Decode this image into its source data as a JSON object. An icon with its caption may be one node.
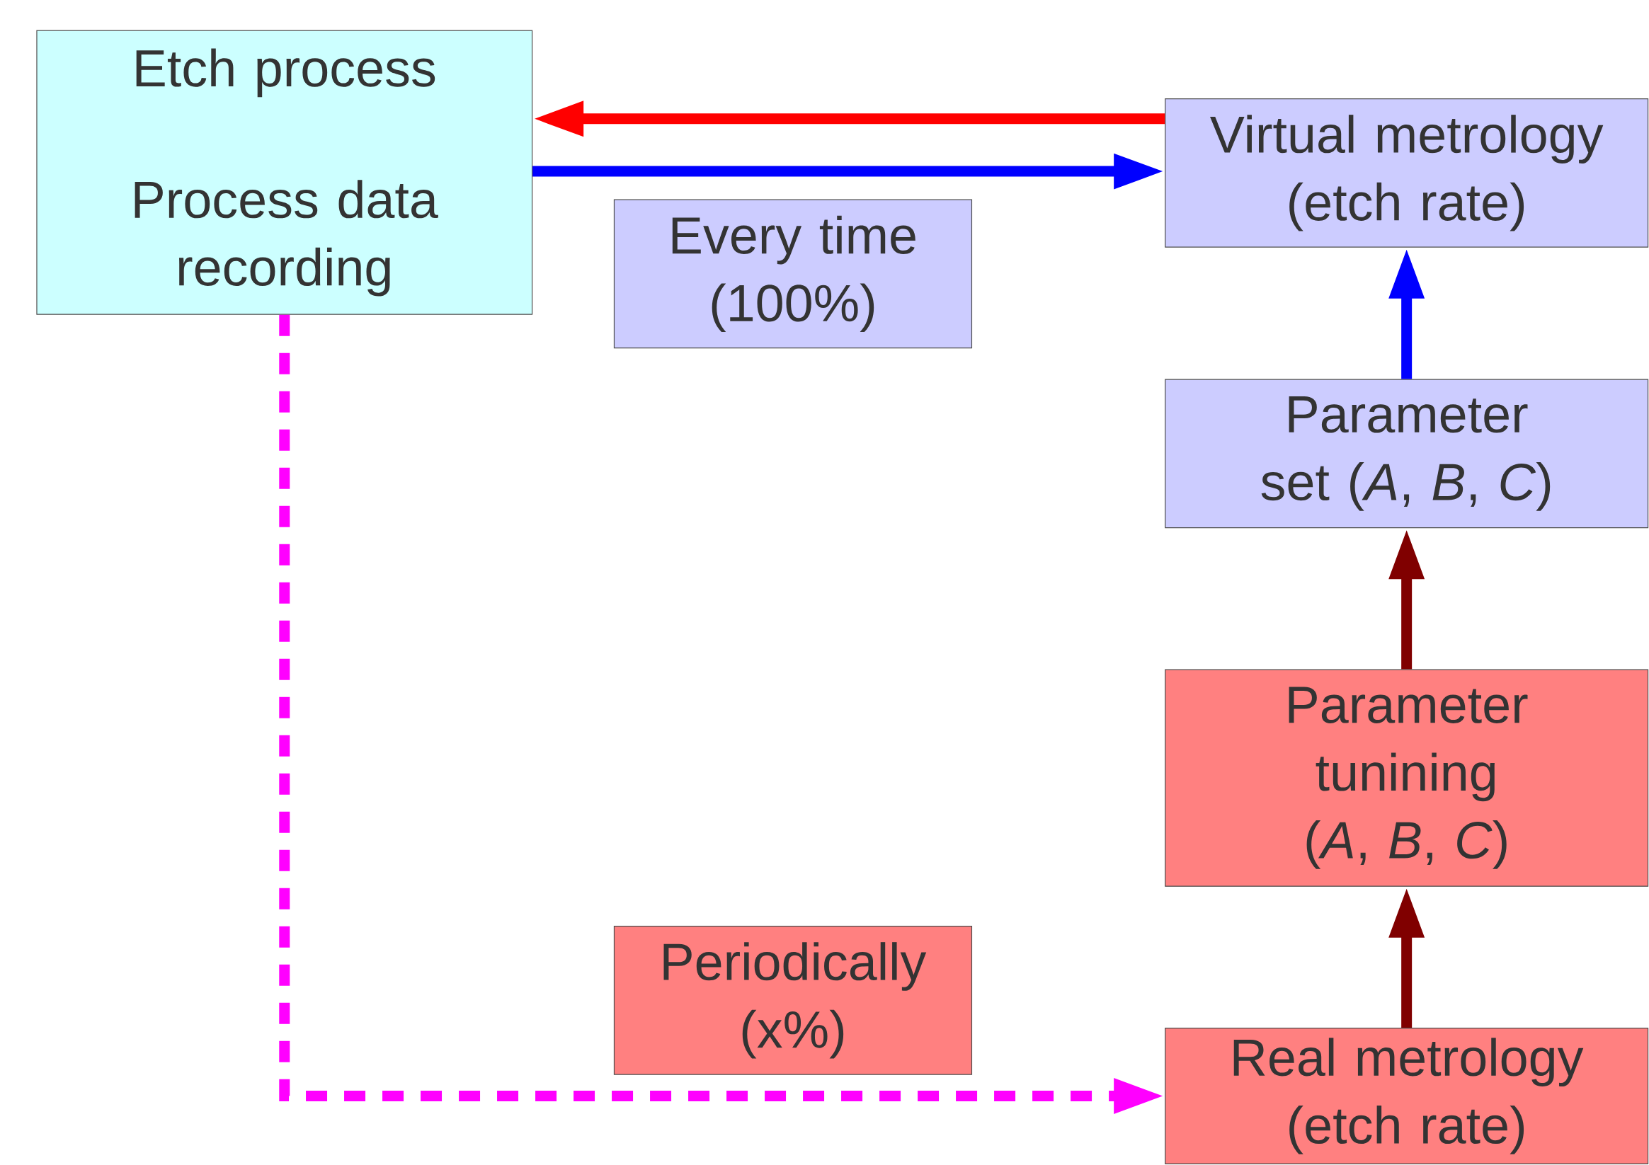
{
  "diagram": {
    "nodes": [
      {
        "text": [
          "Etch process",
          "Process data recording"
        ]
      },
      {
        "text": [
          "Virtual metrology (etch rate)"
        ]
      },
      {
        "text": [
          "Every time (100%)"
        ]
      },
      {
        "text": [
          "Parameter set (*A*, *B*, *C*)"
        ]
      },
      {
        "text": [
          "Parameter tunining (*A*, *B*, *C*)"
        ]
      },
      {
        "text": [
          "Periodically (x%)"
        ]
      },
      {
        "text": [
          "Real metrology (etch rate)"
        ]
      }
    ],
    "edges": [
      {
        "from": 1,
        "to": 0,
        "arrow": "to",
        "color": "#ff0000"
      },
      {
        "from": 0,
        "to": 1,
        "arrow": "to",
        "color": "#0000ff"
      },
      {
        "from": 3,
        "to": 1,
        "arrow": "to",
        "color": "#0000ff"
      },
      {
        "from": 4,
        "to": 3,
        "arrow": "to",
        "color": "#800000"
      },
      {
        "from": 6,
        "to": 4,
        "arrow": "to",
        "color": "#800000"
      },
      {
        "from": 0,
        "to": 6,
        "arrow": "to",
        "style": "dashed",
        "color": "#ff00ff"
      }
    ]
  }
}
